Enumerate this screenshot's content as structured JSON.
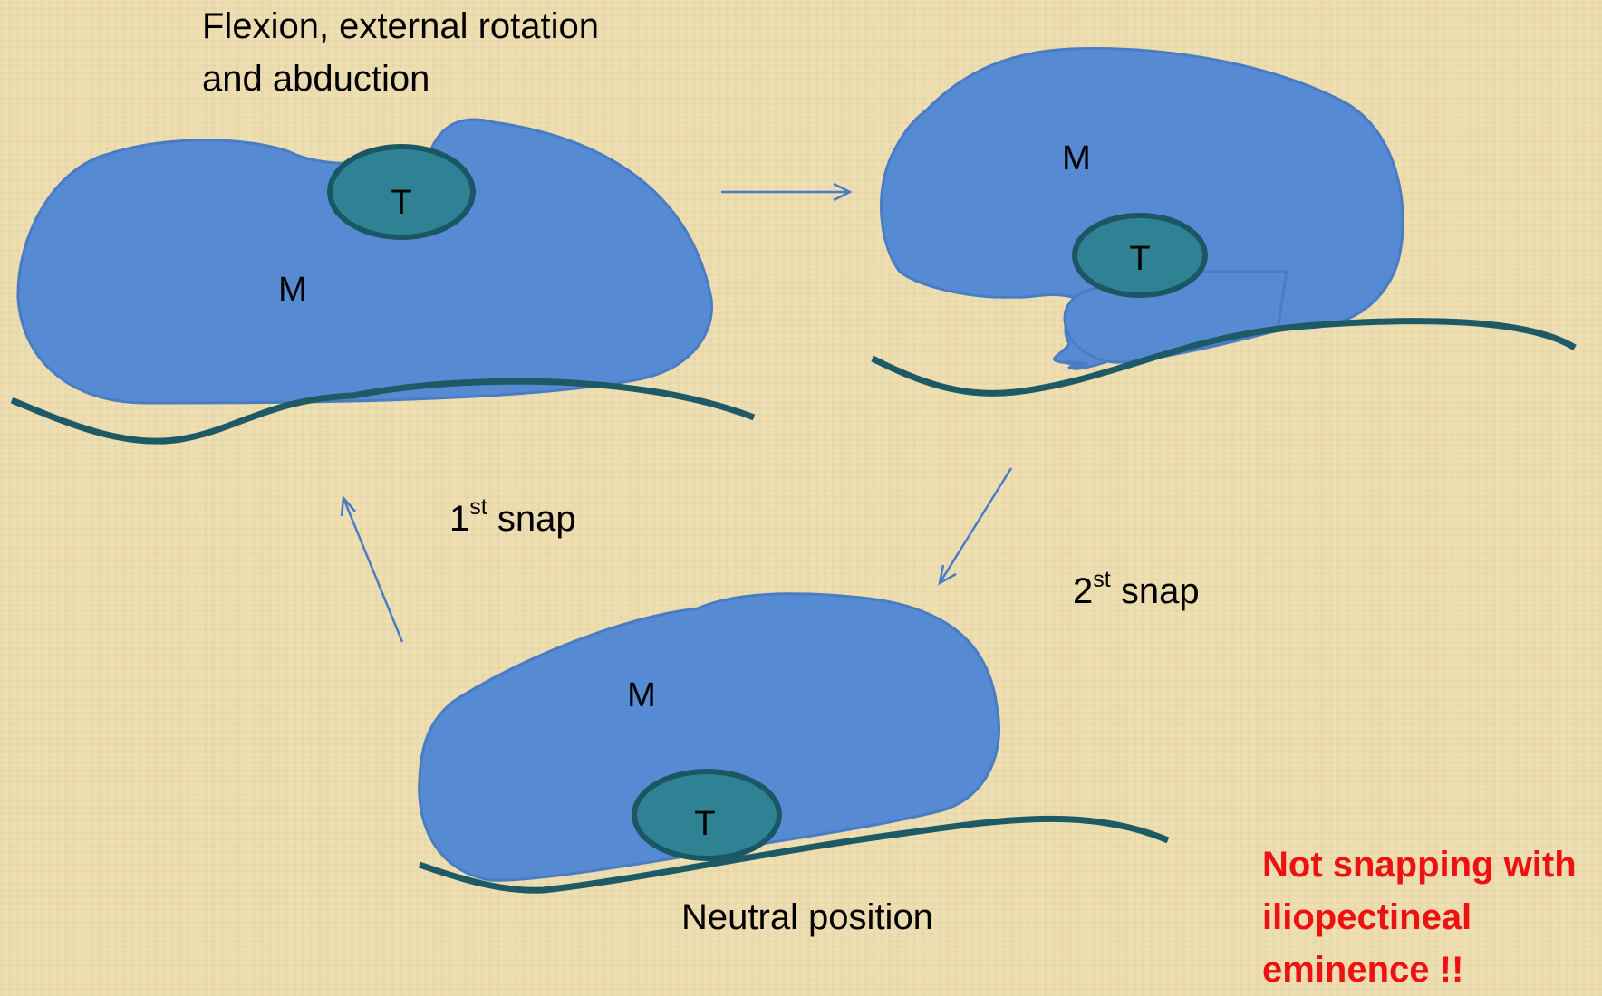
{
  "header": {
    "title_line1": "Flexion, external rotation",
    "title_line2": "and abduction"
  },
  "labels": {
    "muscle": "M",
    "tendon": "T"
  },
  "snaps": {
    "first": {
      "number": "1",
      "suffix": "st",
      "word": "snap"
    },
    "second": {
      "number": "2",
      "suffix": "st",
      "word": "snap"
    }
  },
  "neutral_label": "Neutral position",
  "note": {
    "line1": "Not snapping with",
    "line2": "iliopectineal",
    "line3": "eminence !!",
    "color": "#ee1111"
  },
  "colors": {
    "muscle": "#568bd3",
    "tendon": "#2f8293",
    "bone": "#1e5a66",
    "arrow": "#4a7cc4",
    "background": "#eedfb2"
  }
}
